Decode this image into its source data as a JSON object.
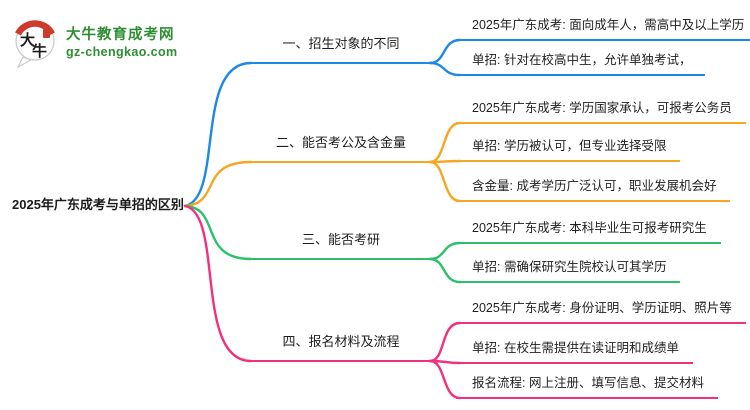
{
  "logo": {
    "title": "大牛教育成考网",
    "domain": "gz-chengkao.com",
    "icon_char_top": "大",
    "icon_char_bottom": "牛",
    "brand_color": "#2E8F32",
    "accent_red": "#CE3A2B"
  },
  "root": {
    "label": "2025年广东成考与单招的区别"
  },
  "branches": [
    {
      "label": "一、招生对象的不同",
      "color": "#1E88E5",
      "children": [
        "2025年广东成考: 面向成年人，需高中及以上学历",
        "单招: 针对在校高中生，允许单独考试，"
      ]
    },
    {
      "label": "二、能否考公及含金量",
      "color": "#F5A623",
      "children": [
        "2025年广东成考: 学历国家承认，可报考公务员",
        "单招: 学历被认可，但专业选择受限",
        "含金量: 成考学历广泛认可，职业发展机会好"
      ]
    },
    {
      "label": "三、能否考研",
      "color": "#2BC06A",
      "children": [
        "2025年广东成考: 本科毕业生可报考研究生",
        "单招: 需确保研究生院校认可其学历"
      ]
    },
    {
      "label": "四、报名材料及流程",
      "color": "#F1307E",
      "children": [
        "2025年广东成考: 身份证明、学历证明、照片等",
        "单招: 在校生需提供在读证明和成绩单",
        "报名流程: 网上注册、填写信息、提交材料"
      ]
    }
  ]
}
